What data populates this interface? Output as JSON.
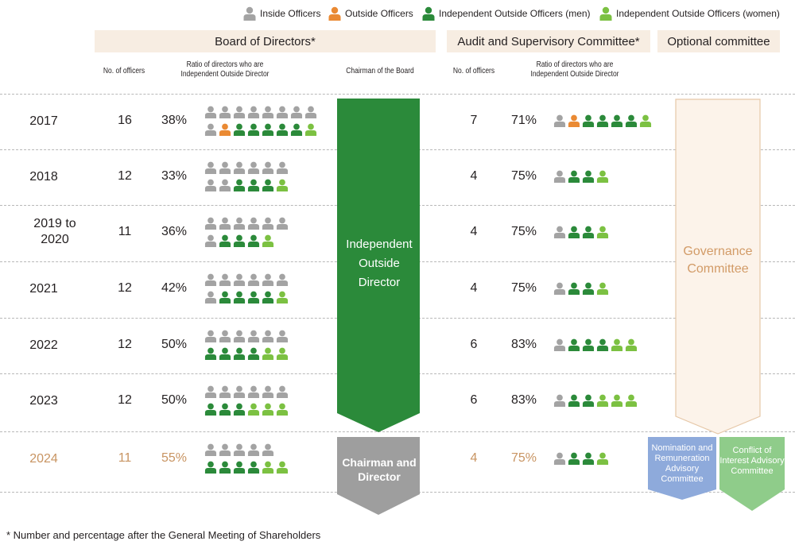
{
  "colors": {
    "inside": "#a3a3a3",
    "outside": "#ea8a33",
    "ind_men": "#2b8a3a",
    "ind_women": "#7cc142",
    "header_band": "#f7ede2",
    "highlight_text": "#c89462",
    "chairman_arrow_independent": "#2b8a3a",
    "chairman_arrow_director": "#9e9e9e",
    "governance_fill": "#fcf3ea",
    "governance_border": "#e6c8a8",
    "governance_text": "#d29b67",
    "nomination_box": "#8eaadb",
    "conflict_box": "#8fcc8a"
  },
  "legend": [
    {
      "key": "inside",
      "label": "Inside Officers",
      "icon": "person-icon"
    },
    {
      "key": "outside",
      "label": "Outside Officers",
      "icon": "person-icon"
    },
    {
      "key": "ind_men",
      "label": "Independent Outside Officers (men)",
      "icon": "person-icon"
    },
    {
      "key": "ind_women",
      "label": "Independent Outside Officers (women)",
      "icon": "person-icon"
    }
  ],
  "sections": {
    "board": "Board of Directors*",
    "audit": "Audit and Supervisory Committee*",
    "optional": "Optional committee"
  },
  "columns": {
    "board_count": "No. of officers",
    "board_ratio": "Ratio of directors who are Independent Outside Director",
    "chairman": "Chairman of the Board",
    "audit_count": "No. of officers",
    "audit_ratio": "Ratio of directors who are Independent Outside Director"
  },
  "rows": [
    {
      "year": "2017",
      "board_count": "16",
      "board_ratio": "38%",
      "board_icons": [
        [
          "inside",
          "inside",
          "inside",
          "inside",
          "inside",
          "inside",
          "inside",
          "inside"
        ],
        [
          "inside",
          "outside",
          "ind_men",
          "ind_men",
          "ind_men",
          "ind_men",
          "ind_men",
          "ind_women"
        ]
      ],
      "audit_count": "7",
      "audit_ratio": "71%",
      "audit_icons": [
        "inside",
        "outside",
        "ind_men",
        "ind_men",
        "ind_men",
        "ind_men",
        "ind_women"
      ]
    },
    {
      "year": "2018",
      "board_count": "12",
      "board_ratio": "33%",
      "board_icons": [
        [
          "inside",
          "inside",
          "inside",
          "inside",
          "inside",
          "inside"
        ],
        [
          "inside",
          "inside",
          "ind_men",
          "ind_men",
          "ind_men",
          "ind_women"
        ]
      ],
      "audit_count": "4",
      "audit_ratio": "75%",
      "audit_icons": [
        "inside",
        "ind_men",
        "ind_men",
        "ind_women"
      ]
    },
    {
      "year": "2019 to 2020",
      "board_count": "11",
      "board_ratio": "36%",
      "board_icons": [
        [
          "inside",
          "inside",
          "inside",
          "inside",
          "inside",
          "inside"
        ],
        [
          "inside",
          "ind_men",
          "ind_men",
          "ind_men",
          "ind_women"
        ]
      ],
      "audit_count": "4",
      "audit_ratio": "75%",
      "audit_icons": [
        "inside",
        "ind_men",
        "ind_men",
        "ind_women"
      ]
    },
    {
      "year": "2021",
      "board_count": "12",
      "board_ratio": "42%",
      "board_icons": [
        [
          "inside",
          "inside",
          "inside",
          "inside",
          "inside",
          "inside"
        ],
        [
          "inside",
          "ind_men",
          "ind_men",
          "ind_men",
          "ind_men",
          "ind_women"
        ]
      ],
      "audit_count": "4",
      "audit_ratio": "75%",
      "audit_icons": [
        "inside",
        "ind_men",
        "ind_men",
        "ind_women"
      ]
    },
    {
      "year": "2022",
      "board_count": "12",
      "board_ratio": "50%",
      "board_icons": [
        [
          "inside",
          "inside",
          "inside",
          "inside",
          "inside",
          "inside"
        ],
        [
          "ind_men",
          "ind_men",
          "ind_men",
          "ind_men",
          "ind_women",
          "ind_women"
        ]
      ],
      "audit_count": "6",
      "audit_ratio": "83%",
      "audit_icons": [
        "inside",
        "ind_men",
        "ind_men",
        "ind_men",
        "ind_women",
        "ind_women"
      ]
    },
    {
      "year": "2023",
      "board_count": "12",
      "board_ratio": "50%",
      "board_icons": [
        [
          "inside",
          "inside",
          "inside",
          "inside",
          "inside",
          "inside"
        ],
        [
          "ind_men",
          "ind_men",
          "ind_men",
          "ind_women",
          "ind_women",
          "ind_women"
        ]
      ],
      "audit_count": "6",
      "audit_ratio": "83%",
      "audit_icons": [
        "inside",
        "ind_men",
        "ind_men",
        "ind_women",
        "ind_women",
        "ind_women"
      ]
    },
    {
      "year": "2024",
      "board_count": "11",
      "board_ratio": "55%",
      "highlight": true,
      "board_icons": [
        [
          "inside",
          "inside",
          "inside",
          "inside",
          "inside"
        ],
        [
          "ind_men",
          "ind_men",
          "ind_men",
          "ind_men",
          "ind_women",
          "ind_women"
        ]
      ],
      "audit_count": "4",
      "audit_ratio": "75%",
      "audit_icons": [
        "inside",
        "ind_men",
        "ind_men",
        "ind_women"
      ]
    }
  ],
  "chairman": {
    "independent": "Independent Outside Director",
    "director": "Chairman and Director"
  },
  "committees": {
    "governance": "Governance Committee",
    "nomination": "Nomination and Remuneration Advisory Committee",
    "conflict": "Conflict of Interest Advisory Committee"
  },
  "footnote": "* Number and percentage after the General Meeting of Shareholders"
}
